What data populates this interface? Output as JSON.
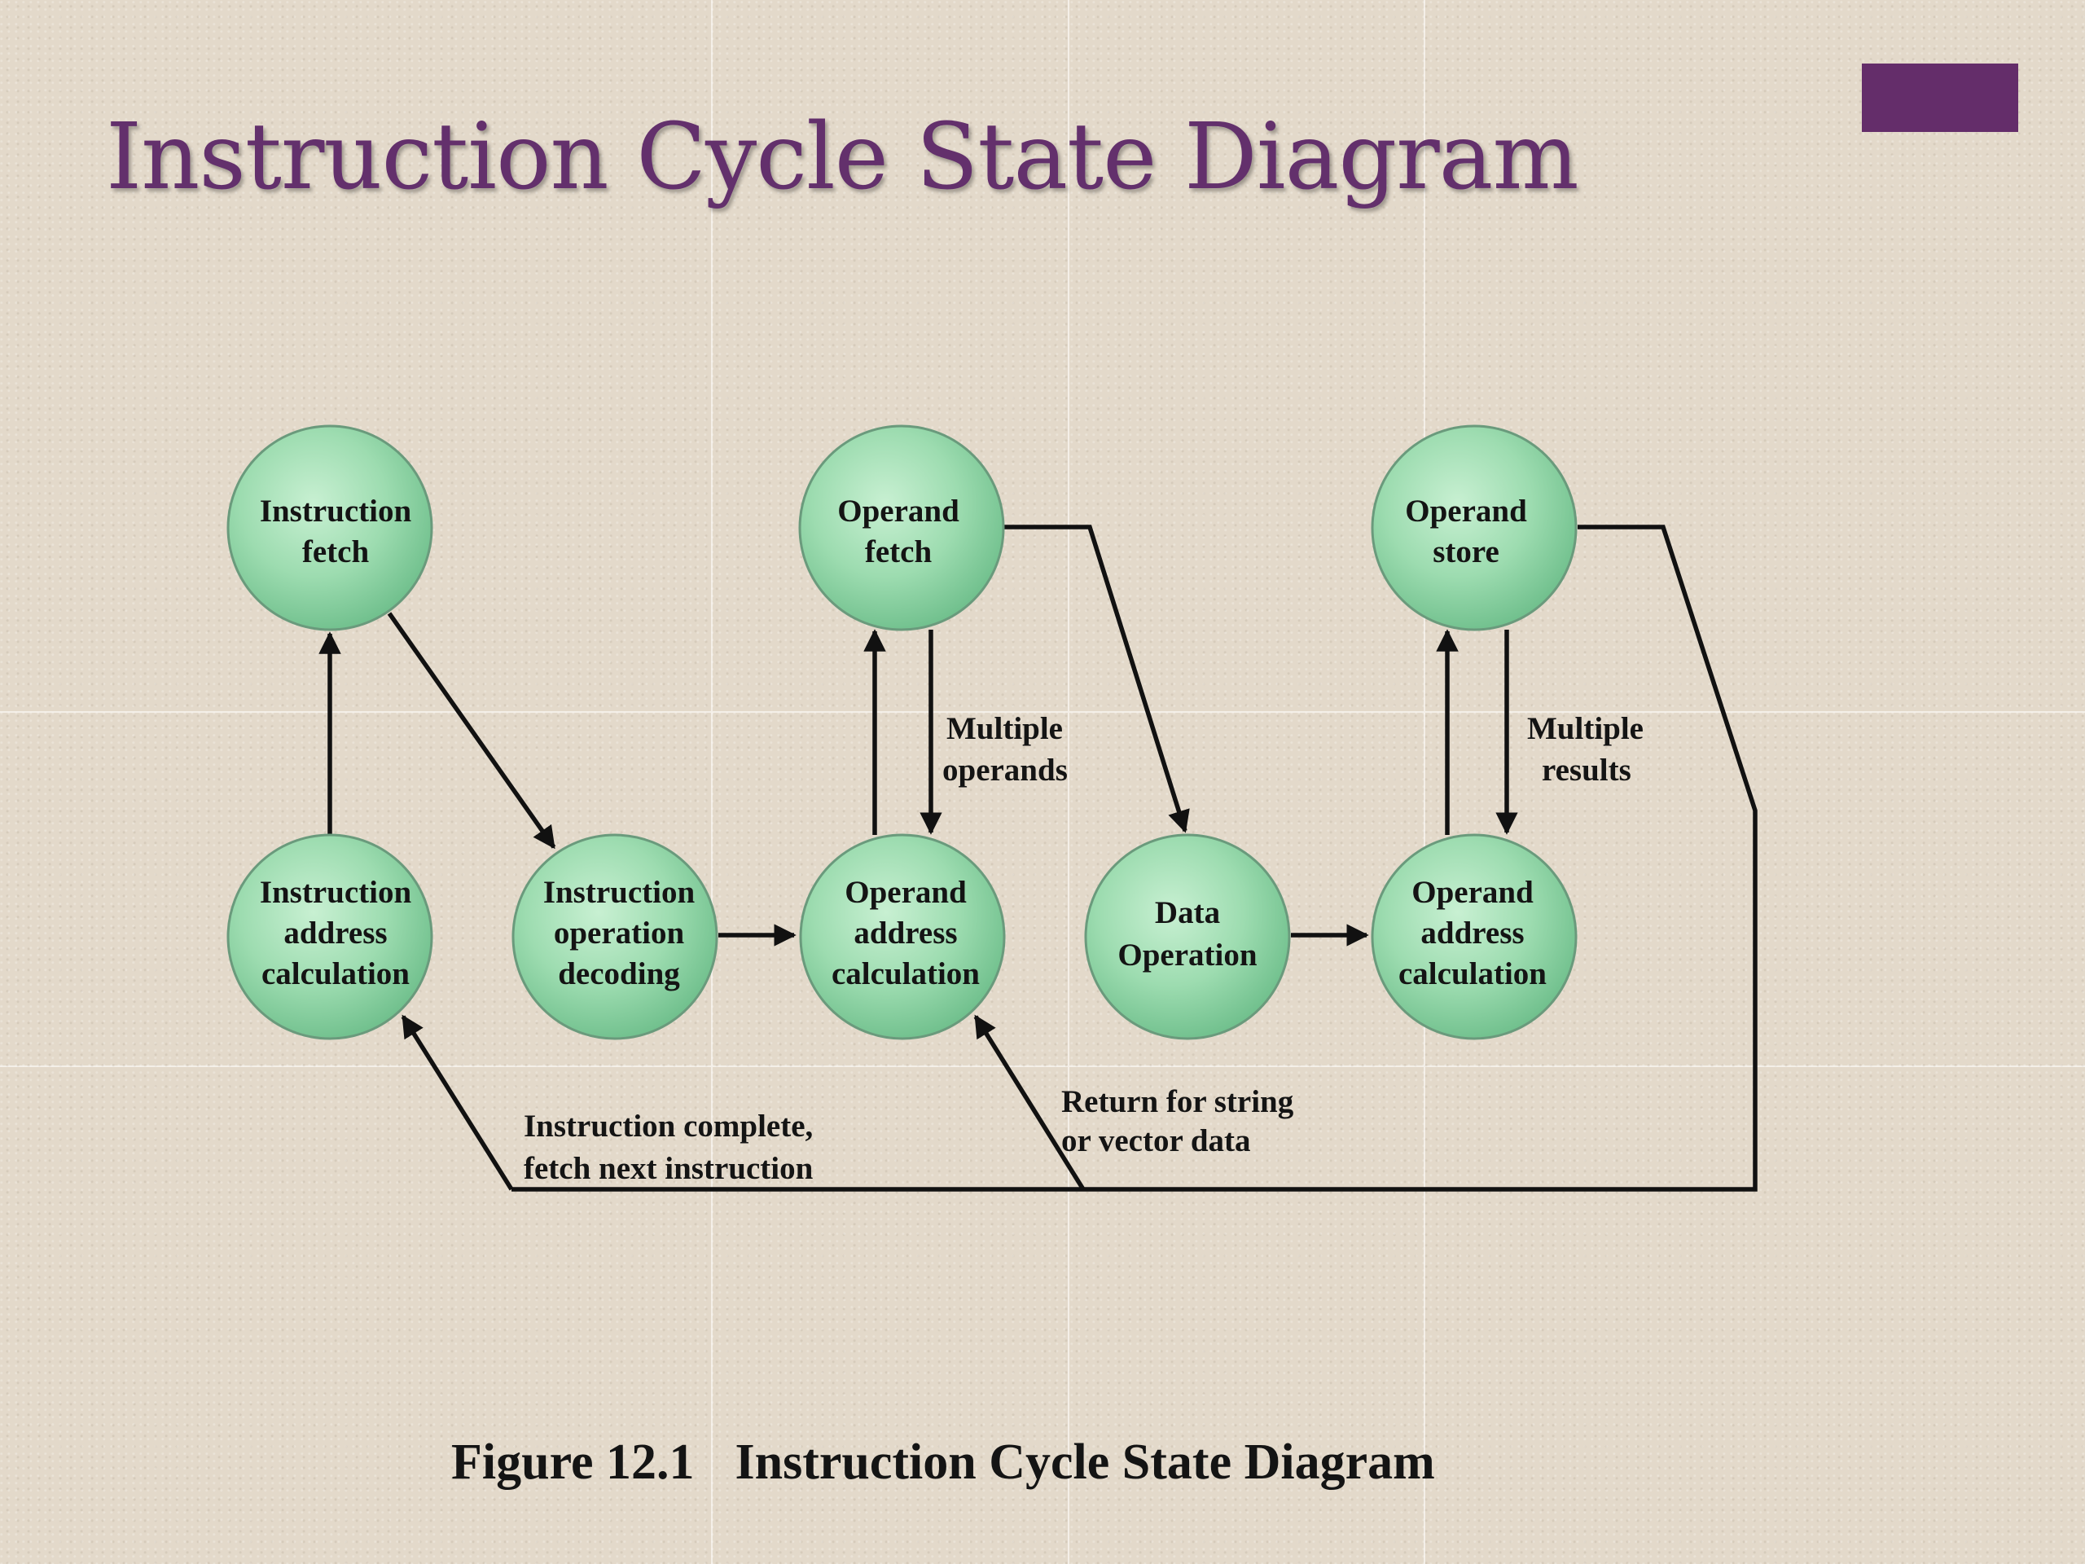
{
  "slide": {
    "title": "Instruction Cycle State Diagram",
    "accent_color": "#642d6a"
  },
  "diagram": {
    "node_color": "#a8e0b8",
    "states": {
      "instruction_fetch": [
        "Instruction",
        "fetch"
      ],
      "operand_fetch": [
        "Operand",
        "fetch"
      ],
      "operand_store": [
        "Operand",
        "store"
      ],
      "instruction_address_calculation": [
        "Instruction",
        "address",
        "calculation"
      ],
      "instruction_operation_decoding": [
        "Instruction",
        "operation",
        "decoding"
      ],
      "operand_address_calculation_1": [
        "Operand",
        "address",
        "calculation"
      ],
      "data_operation": [
        "Data",
        "Operation"
      ],
      "operand_address_calculation_2": [
        "Operand",
        "address",
        "calculation"
      ]
    },
    "edge_labels": {
      "multiple_operands": [
        "Multiple",
        "operands"
      ],
      "multiple_results": [
        "Multiple",
        "results"
      ],
      "return_for_string": [
        "Return for string",
        "or vector data"
      ],
      "instruction_complete": [
        "Instruction complete,",
        "fetch next instruction"
      ]
    }
  },
  "caption": {
    "figure_number": "Figure 12.1",
    "text": "Instruction Cycle State Diagram"
  }
}
